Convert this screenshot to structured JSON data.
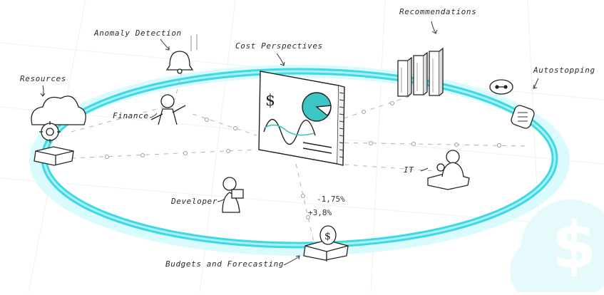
{
  "labels": {
    "resources": "Resources",
    "anomaly_detection": "Anomaly Detection",
    "cost_perspectives": "Cost Perspectives",
    "recommendations": "Recommendations",
    "autostopping": "Autostopping",
    "finance": "Finance",
    "it": "IT",
    "developer": "Developer",
    "budgets_forecasting": "Budgets and Forecasting"
  },
  "figures": {
    "minus_pct": "-1,75%",
    "plus_pct": "+3,8%"
  },
  "icons": {
    "dollar": "$"
  },
  "colors": {
    "ring": "#3fd8e4",
    "ring_light": "#a9f1f6",
    "ink": "#2a2a2a",
    "teal": "#3cc7c4",
    "watermark": "#e6f9fb"
  }
}
